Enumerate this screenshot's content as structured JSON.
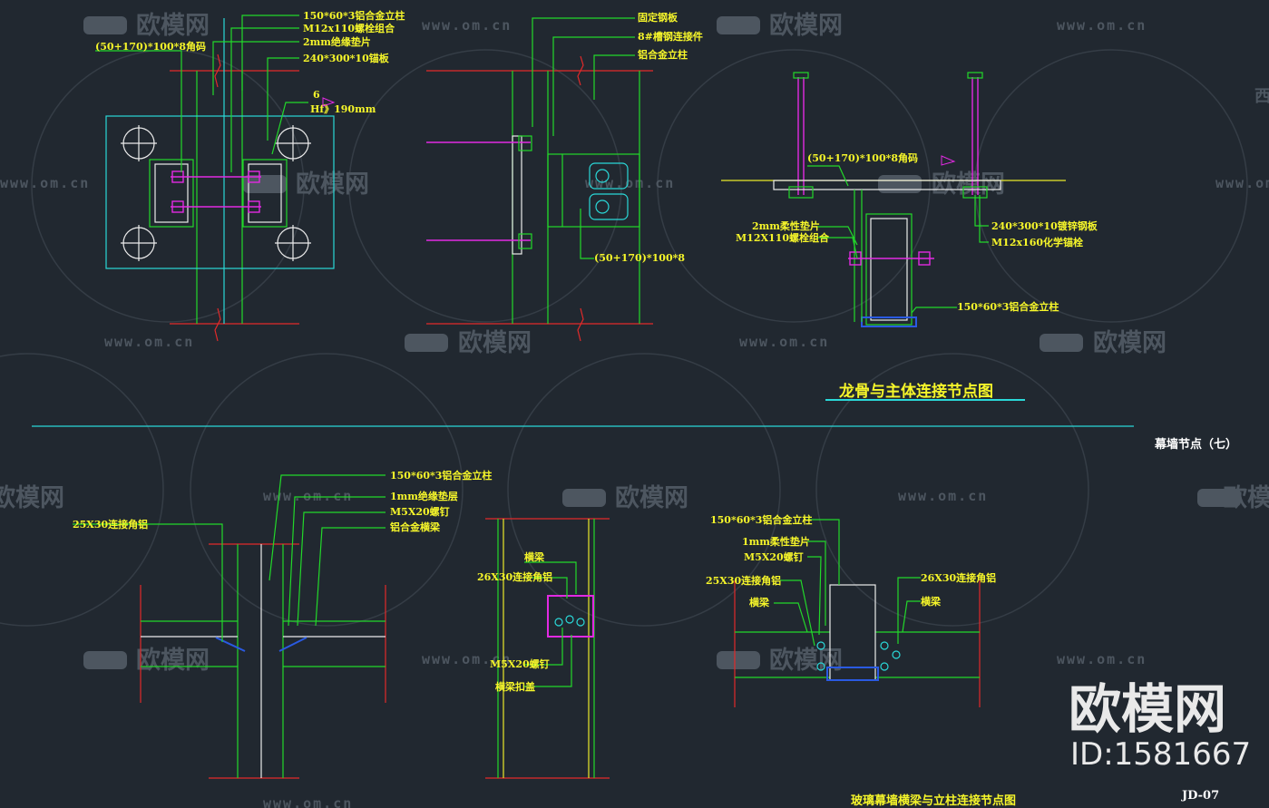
{
  "watermark": {
    "url": "www.om.cn",
    "brand": "欧模网",
    "big_brand": "欧模网",
    "id_text": "ID:1581667",
    "edge_text": "西"
  },
  "titles": {
    "top": "龙骨与主体连接节点图",
    "wall": "幕墙节点（七）",
    "bottom": "玻璃幕墙横梁与立柱连接节点图",
    "sheet": "JD-07"
  },
  "detail1": {
    "l1": "150*60*3铝合金立柱",
    "l2": "M12x110螺栓组合",
    "l3": "2mm绝缘垫片",
    "l4": "240*300*10锚板",
    "l5": "(50+170)*100*8角码",
    "weld_a": "6",
    "weld_b": "Hf》190mm"
  },
  "detail2": {
    "l1": "固定钢板",
    "l2": "8#槽钢连接件",
    "l3": "铝合金立柱",
    "l4": "(50+170)*100*8"
  },
  "detail3": {
    "l1": "(50+170)*100*8角码",
    "l2": "2mm柔性垫片",
    "l3": "M12X110螺栓组合",
    "l4": "240*300*10镀锌钢板",
    "l5": "M12x160化学锚栓",
    "l6": "150*60*3铝合金立柱"
  },
  "detail4": {
    "l1": "150*60*3铝合金立柱",
    "l2": "1mm绝缘垫层",
    "l3": "M5X20螺钉",
    "l4": "铝合金横梁",
    "l5": "25X30连接角铝"
  },
  "detail5": {
    "l1": "横梁",
    "l2": "26X30连接角铝",
    "l3": "M5X20螺钉",
    "l4": "横梁扣盖"
  },
  "detail6": {
    "l1": "150*60*3铝合金立柱",
    "l2": "1mm柔性垫片",
    "l3": "M5X20螺钉",
    "l4": "25X30连接角铝",
    "l5": "横梁",
    "l6": "26X30连接角铝",
    "l7": "横梁"
  },
  "colors": {
    "background": "#212830",
    "label": "#f6f62a",
    "line_green": "#22d82a",
    "line_red": "#e22a2a",
    "line_cyan": "#2ad8d8",
    "line_magenta": "#e22ae2",
    "line_blue": "#2a5ae2"
  }
}
